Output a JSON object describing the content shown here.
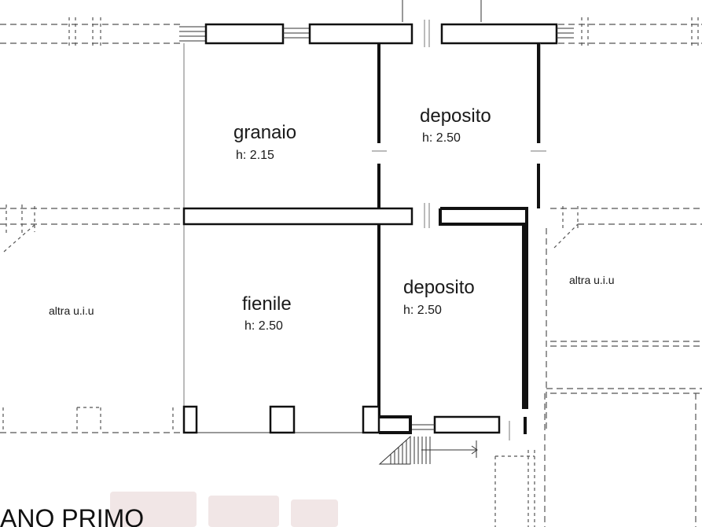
{
  "rooms": [
    {
      "name": "granaio",
      "height": "h: 2.15"
    },
    {
      "name": "deposito",
      "height": "h: 2.50"
    },
    {
      "name": "fienile",
      "height": "h: 2.50"
    },
    {
      "name": "deposito",
      "height": "h: 2.50"
    }
  ],
  "other_units": [
    "altra u.i.u",
    "altra u.i.u"
  ],
  "floor_title": "ANO PRIMO"
}
